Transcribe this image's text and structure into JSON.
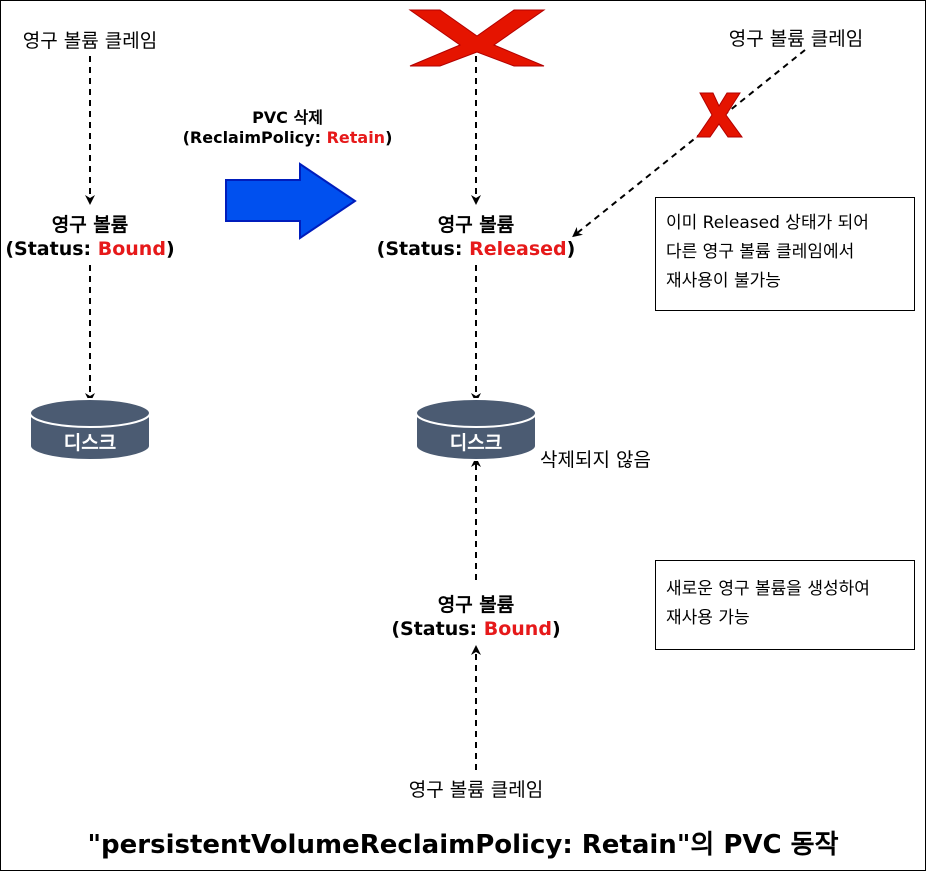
{
  "left": {
    "claim_label": "영구 볼륨 클레임",
    "volume_label": "영구 볼륨",
    "status_prefix": "(Status: ",
    "status_value": "Bound",
    "status_suffix": ")",
    "disk_label": "디스크"
  },
  "transition": {
    "line1": "PVC 삭제",
    "line2_prefix": "(ReclaimPolicy: ",
    "line2_value": "Retain",
    "line2_suffix": ")"
  },
  "middle": {
    "claim_label": "영구 볼륨 클레임",
    "volume_label": "영구 볼륨",
    "status_prefix": "(Status: ",
    "status_value": "Released",
    "status_suffix": ")",
    "disk_label": "디스크",
    "disk_note": "삭제되지 않음"
  },
  "right": {
    "claim_label": "영구 볼륨 클레임"
  },
  "note_released": {
    "lines": [
      "이미 Released 상태가 되어",
      "다른 영구 볼륨 클레임에서",
      "재사용이 불가능"
    ]
  },
  "bottom": {
    "volume_label": "영구 볼륨",
    "status_prefix": "(Status: ",
    "status_value": "Bound",
    "status_suffix": ")",
    "claim_label": "영구 볼륨 클레임"
  },
  "note_reuse": {
    "lines": [
      "새로운 영구 볼륨을 생성하여",
      "재사용 가능"
    ]
  },
  "title": "\"persistentVolumeReclaimPolicy: Retain\"의 PVC 동작",
  "colors": {
    "status_red": "#e6191a",
    "arrow_blue": "#0050ef",
    "cross_red": "#e51400",
    "disk_fill": "#4b5b72"
  }
}
